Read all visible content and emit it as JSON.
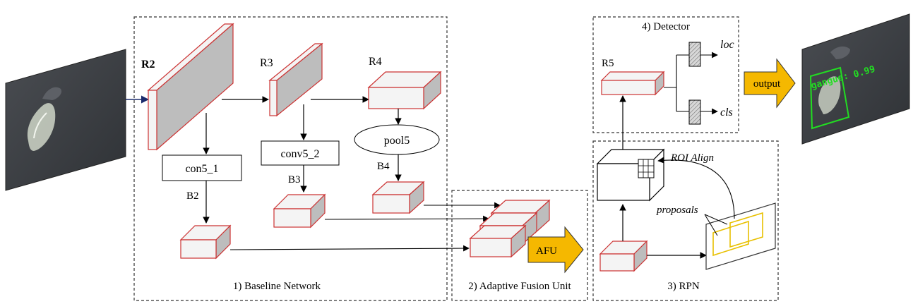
{
  "sections": {
    "baseline": "1)  Baseline Network",
    "afu": "2) Adaptive Fusion Unit",
    "rpn": "3) RPN",
    "detector": "4) Detector"
  },
  "stages": {
    "r2": "R2",
    "r3": "R3",
    "r4": "R4",
    "r5": "R5"
  },
  "branches": {
    "b2": "B2",
    "b3": "B3",
    "b4": "B4"
  },
  "layers": {
    "con5_1": "con5_1",
    "conv5_2": "conv5_2",
    "pool5": "pool5"
  },
  "arrows": {
    "afu": "AFU",
    "output": "output"
  },
  "heads": {
    "loc": "loc",
    "cls": "cls"
  },
  "rpn_labels": {
    "roi_align": "ROI Align",
    "proposals": "proposals"
  },
  "detection": {
    "label": "gangue:",
    "score": "0.99"
  },
  "colors": {
    "box_edge": "#cc3333",
    "box_front": "#f4f4f4",
    "box_side": "#bdbdbd",
    "highlight": "#f5b800",
    "proposal": "#e8c000",
    "detection": "#22dd22",
    "input_arrow": "#1a2a6c"
  }
}
